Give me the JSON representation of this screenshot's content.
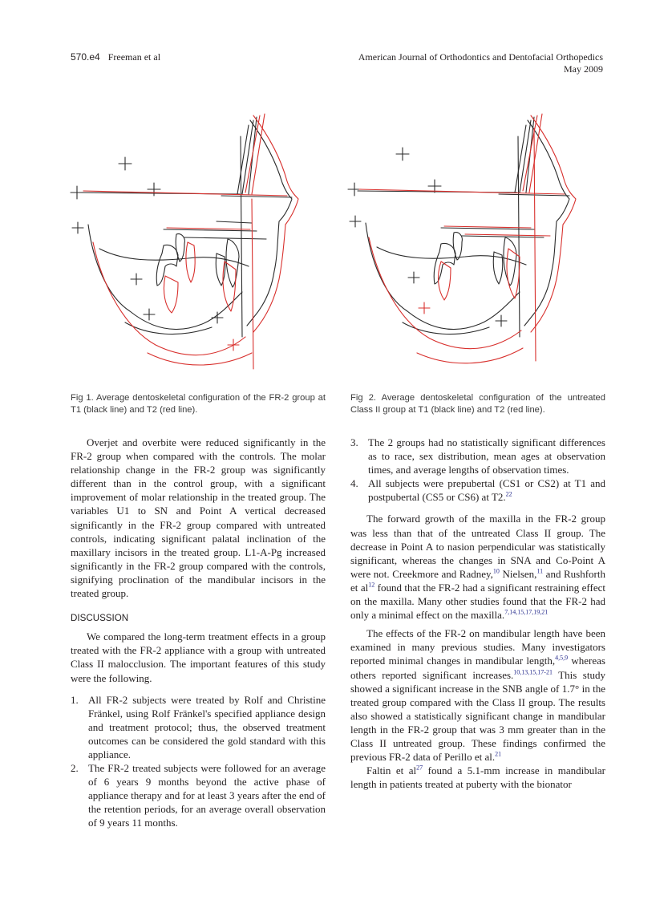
{
  "header": {
    "page": "570.e4",
    "authors": "Freeman et al",
    "journal": "American Journal of Orthodontics and Dentofacial Orthopedics",
    "date": "May 2009"
  },
  "figures": [
    {
      "caption": "Fig 1. Average dentoskeletal configuration of the FR-2 group at T1 (black line) and T2 (red line)."
    },
    {
      "caption": "Fig 2. Average dentoskeletal configuration of the untreated Class II group at T1 (black line) and T2 (red line)."
    }
  ],
  "colors": {
    "t1_line": "#2b2b2b",
    "t2_line": "#d8302d"
  },
  "left": {
    "p1": "Overjet and overbite were reduced significantly in the FR-2 group when compared with the controls. The molar relationship change in the FR-2 group was significantly different than in the control group, with a significant improvement of molar relationship in the treated group. The variables U1 to SN and Point A vertical decreased significantly in the FR-2 group compared with untreated controls, indicating significant palatal inclination of the maxillary incisors in the treated group. L1-A-Pg increased significantly in the FR-2 group compared with the controls, signifying proclination of the mandibular incisors in the treated group.",
    "heading": "DISCUSSION",
    "p2": "We compared the long-term treatment effects in a group treated with the FR-2 appliance with a group with untreated Class II malocclusion. The important features of this study were the following.",
    "items": [
      {
        "n": "1.",
        "text": "All FR-2 subjects were treated by Rolf and Christine Fränkel, using Rolf Fränkel's specified appliance design and treatment protocol; thus, the observed treatment outcomes can be considered the gold standard with this appliance."
      },
      {
        "n": "2.",
        "text": "The FR-2 treated subjects were followed for an average of 6 years 9 months beyond the active phase of appliance therapy and for at least 3 years after the end of the retention periods, for an average overall observation of 9 years 11 months."
      }
    ]
  },
  "right": {
    "items": [
      {
        "n": "3.",
        "text": "The 2 groups had no statistically significant differences as to race, sex distribution, mean ages at observation times, and average lengths of observation times."
      },
      {
        "n": "4.",
        "text": "All subjects were prepubertal (CS1 or CS2) at T1 and postpubertal (CS5 or CS6) at T2.",
        "ref": "22"
      }
    ],
    "p3": {
      "a": "The forward growth of the maxilla in the FR-2 group was less than that of the untreated Class II group. The decrease in Point A to nasion perpendicular was statistically significant, whereas the changes in SNA and Co-Point A were not. Creekmore and Radney,",
      "r1": "10",
      "b": " Nielsen,",
      "r2": "11",
      "c": " and Rushforth et al",
      "r3": "12",
      "d": " found that the FR-2 had a significant restraining effect on the maxilla. Many other studies found that the FR-2 had only a minimal effect on the maxilla.",
      "r4": "7,14,15,17,19,21"
    },
    "p4": {
      "a": "The effects of the FR-2 on mandibular length have been examined in many previous studies. Many investigators reported minimal changes in mandibular length,",
      "r1": "4,5,9",
      "b": " whereas others reported significant increases.",
      "r2": "10,13,15,17-21",
      "c": " This study showed a significant increase in the SNB angle of 1.7° in the treated group compared with the Class II group. The results also showed a statistically significant change in mandibular length in the FR-2 group that was 3 mm greater than in the Class II untreated group. These findings confirmed the previous FR-2 data of Perillo et al.",
      "r3": "21"
    },
    "p5": {
      "a": "Faltin et al",
      "r1": "27",
      "b": " found a 5.1-mm increase in mandibular length in patients treated at puberty with the bionator"
    }
  }
}
